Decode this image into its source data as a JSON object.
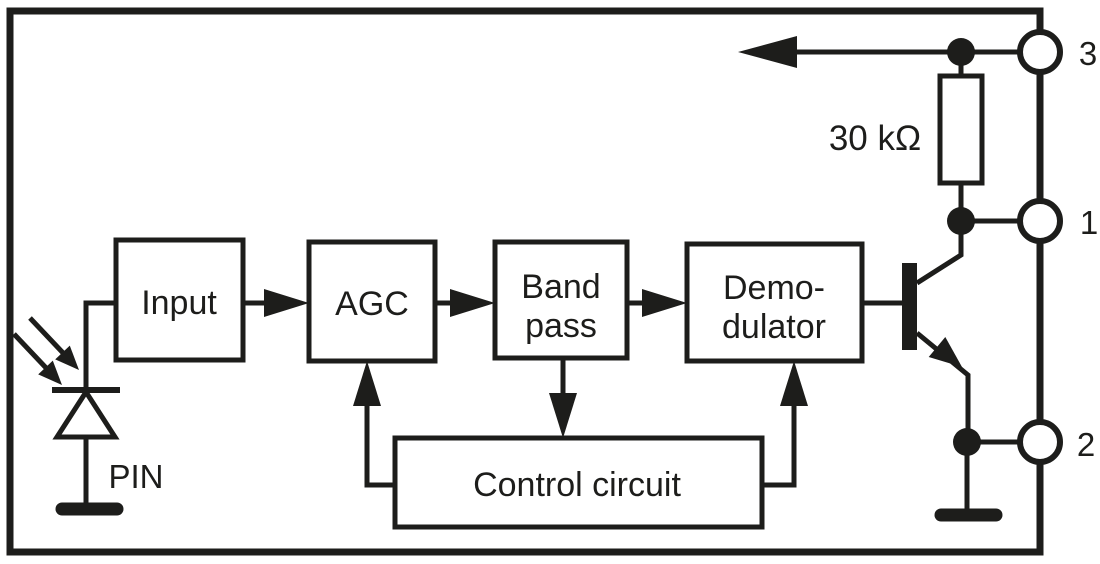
{
  "colors": {
    "ink": "#1d1d1b",
    "background": "#ffffff"
  },
  "blocks": {
    "input": {
      "label": "Input"
    },
    "agc": {
      "label": "AGC"
    },
    "bandpass": {
      "lines": [
        "Band",
        "pass"
      ]
    },
    "demodulator": {
      "lines": [
        "Demo-",
        "dulator"
      ]
    },
    "control_circuit": {
      "label": "Control circuit"
    }
  },
  "components": {
    "resistor": {
      "value": "30 kΩ"
    },
    "photodiode": {
      "label": "PIN"
    }
  },
  "pins": [
    {
      "number": "3"
    },
    {
      "number": "1"
    },
    {
      "number": "2"
    }
  ]
}
